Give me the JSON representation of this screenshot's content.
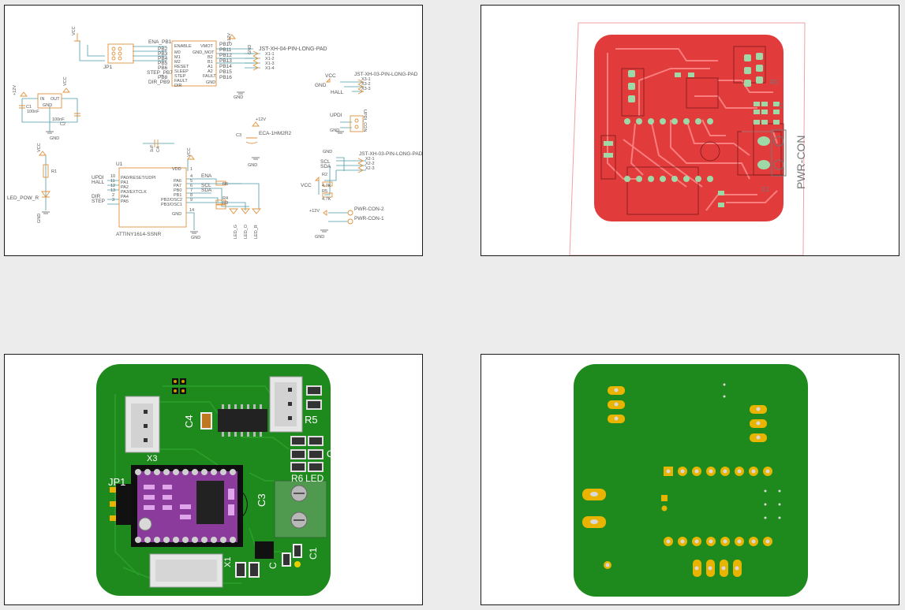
{
  "colors": {
    "schematic_wire": "#4b9ba8",
    "schematic_part": "#e0913d",
    "copper_red": "#e23b3b",
    "pad_green": "#9ed8a6",
    "board_green": "#1e8a1e",
    "pad_gold": "#e8b400",
    "driver_purple": "#8a3b9c",
    "terminal_green": "#4f9a4f"
  },
  "panels": {
    "schematic": {
      "ic_u1": {
        "name": "U1",
        "value": "ATTINY1614-SSNR",
        "left_pins": [
          "UPDI",
          "HALL",
          "",
          "DIR",
          "STEP"
        ],
        "left_pin_funcs": [
          "PA0/RESET/UDPI",
          "PA1",
          "PA2",
          "PA3/EXTCLK",
          "PA4",
          "PA5"
        ],
        "left_pin_nums": [
          "10",
          "11",
          "12",
          "13",
          "2",
          "3"
        ],
        "right_pin_funcs": [
          "VDD",
          "",
          "PA6",
          "PA7",
          "PB0",
          "PB1",
          "PB2/OSC2",
          "PB3/OSC1",
          "GND"
        ],
        "right_pin_nums": [
          "1",
          "",
          "4",
          "5",
          "6",
          "7",
          "8",
          "9",
          "14"
        ],
        "right_net_labels": [
          "ENA",
          "SCL",
          "SDA"
        ],
        "resistors": [
          "R6",
          "R4",
          "R3"
        ]
      },
      "driver": {
        "left_pins": [
          "ENABLE",
          "M0",
          "M1",
          "M2",
          "RESET",
          "SLEEP",
          "STEP",
          "FAULT",
          "DIR"
        ],
        "right_pins": [
          "VMOT",
          "GND_MOT",
          "B2",
          "B1",
          "A1",
          "A2",
          "FAULT",
          "GND"
        ],
        "left_nets": [
          "ENA_PB1",
          "PB2",
          "PB3",
          "PB4",
          "PB5",
          "PB6",
          "STEP_PB7",
          "PB8",
          "DIR_PB9"
        ],
        "right_nets": [
          "PB10",
          "PB11",
          "PB12",
          "PB13",
          "PB14",
          "PB15",
          "PB16"
        ]
      },
      "jp1": "JP1",
      "x1": {
        "value": "JST-XH-04-PIN-LONG-PAD",
        "pins": [
          "X1-1",
          "X1-2",
          "X1-3",
          "X1-4"
        ]
      },
      "x2": {
        "value": "JST-XH-03-PIN-LONG-PAD",
        "pins": [
          "X2-1",
          "X2-2",
          "X2-3"
        ],
        "nets": [
          "GND",
          "SCL",
          "SDA"
        ]
      },
      "x3": {
        "value": "JST-XH-03-PIN-LONG-PAD",
        "pins": [
          "X3-1",
          "X3-2",
          "X3-3"
        ],
        "nets": [
          "VCC",
          "GND",
          "HALL"
        ]
      },
      "regulator": {
        "in": "IN",
        "out": "OUT",
        "gnd": "GND",
        "c_in": "100nF",
        "c_in_name": "C1",
        "c_out": "100nF",
        "c_out_name": "C2"
      },
      "c3": {
        "name": "C3",
        "value": "ECA-1HM2R2"
      },
      "c4": {
        "name": "C4",
        "value": "1uF"
      },
      "pullups": {
        "r2": "R2",
        "r2v": "4.7K",
        "r5": "R5",
        "r5v": "4.7K"
      },
      "updi_con": "UPDI_CON",
      "updi": "UPDI",
      "pwr": {
        "net": "+12V",
        "con2": "PWR-CON-2",
        "con1": "PWR-CON-1"
      },
      "led_pow": {
        "name": "R1",
        "label": "LED_POW_R"
      },
      "leds": [
        "LED_G",
        "LED_O",
        "LED_R"
      ],
      "supply": {
        "vcc": "VCC",
        "v12": "+12V",
        "gnd": "GND"
      }
    },
    "layout": {
      "silk_label": "PWR-CON",
      "silk_labels_small": [
        "R5",
        "C",
        "C1"
      ]
    },
    "top3d": {
      "labels": {
        "c4": "C4",
        "r5": "R5",
        "x3": "X3",
        "jp1": "JP1",
        "c3": "C3",
        "r6": "R6",
        "led": "LED",
        "x1": "X1",
        "c": "C",
        "c1": "C1",
        "o": "O"
      }
    }
  }
}
